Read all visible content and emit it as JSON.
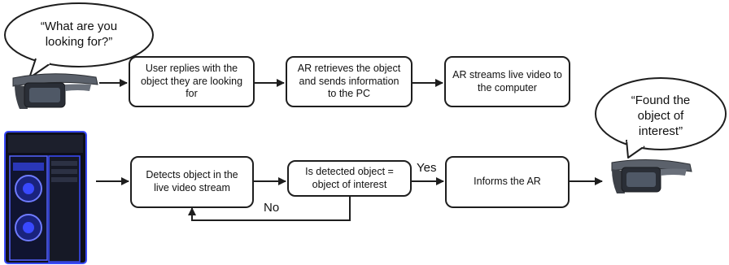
{
  "bubbles": {
    "top": "“What are you looking for?”",
    "right": "“Found the object of interest”"
  },
  "row1": {
    "box1": "User replies with the object they are looking for",
    "box2": "AR retrieves the object and sends information to the PC",
    "box3": "AR streams live video to the computer"
  },
  "row2": {
    "box1": "Detects object in the live video stream",
    "box2": "Is detected object  = object of interest",
    "box3": "Informs the AR"
  },
  "labels": {
    "yes": "Yes",
    "no": "No"
  },
  "icons": {
    "headset_top": "ar-headset-icon",
    "computer": "pc-tower-icon",
    "headset_right": "ar-headset-icon"
  },
  "colors": {
    "stroke": "#1e1e1e",
    "case_glow": "#3b4cff",
    "headset_body": "#4a4f57"
  }
}
